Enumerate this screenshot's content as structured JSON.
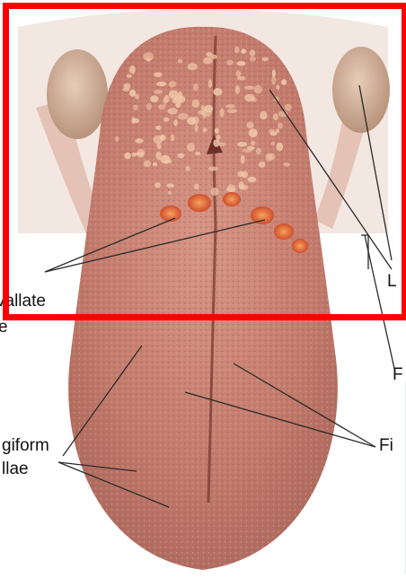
{
  "figure": {
    "subject": "Tongue anatomy illustration",
    "labels": {
      "vallate": "vallate",
      "papillae_fragment": "e",
      "fungiform_line1": "giform",
      "fungiform_line2": "llae",
      "l_fragment": "L",
      "f_fragment": "F",
      "fi_fragment": "Fi"
    }
  },
  "highlight_box": {
    "color": "#ff0000"
  },
  "colors": {
    "tongue_base": "#c98476",
    "tongue_dark": "#9c5a4e",
    "tongue_light": "#e2aa98",
    "tonsil": "#d8b9a2",
    "spots": "#f0c8a8",
    "inflamed": "#e3643a",
    "leader_line": "#2a2a2a",
    "background": "#ffffff"
  }
}
